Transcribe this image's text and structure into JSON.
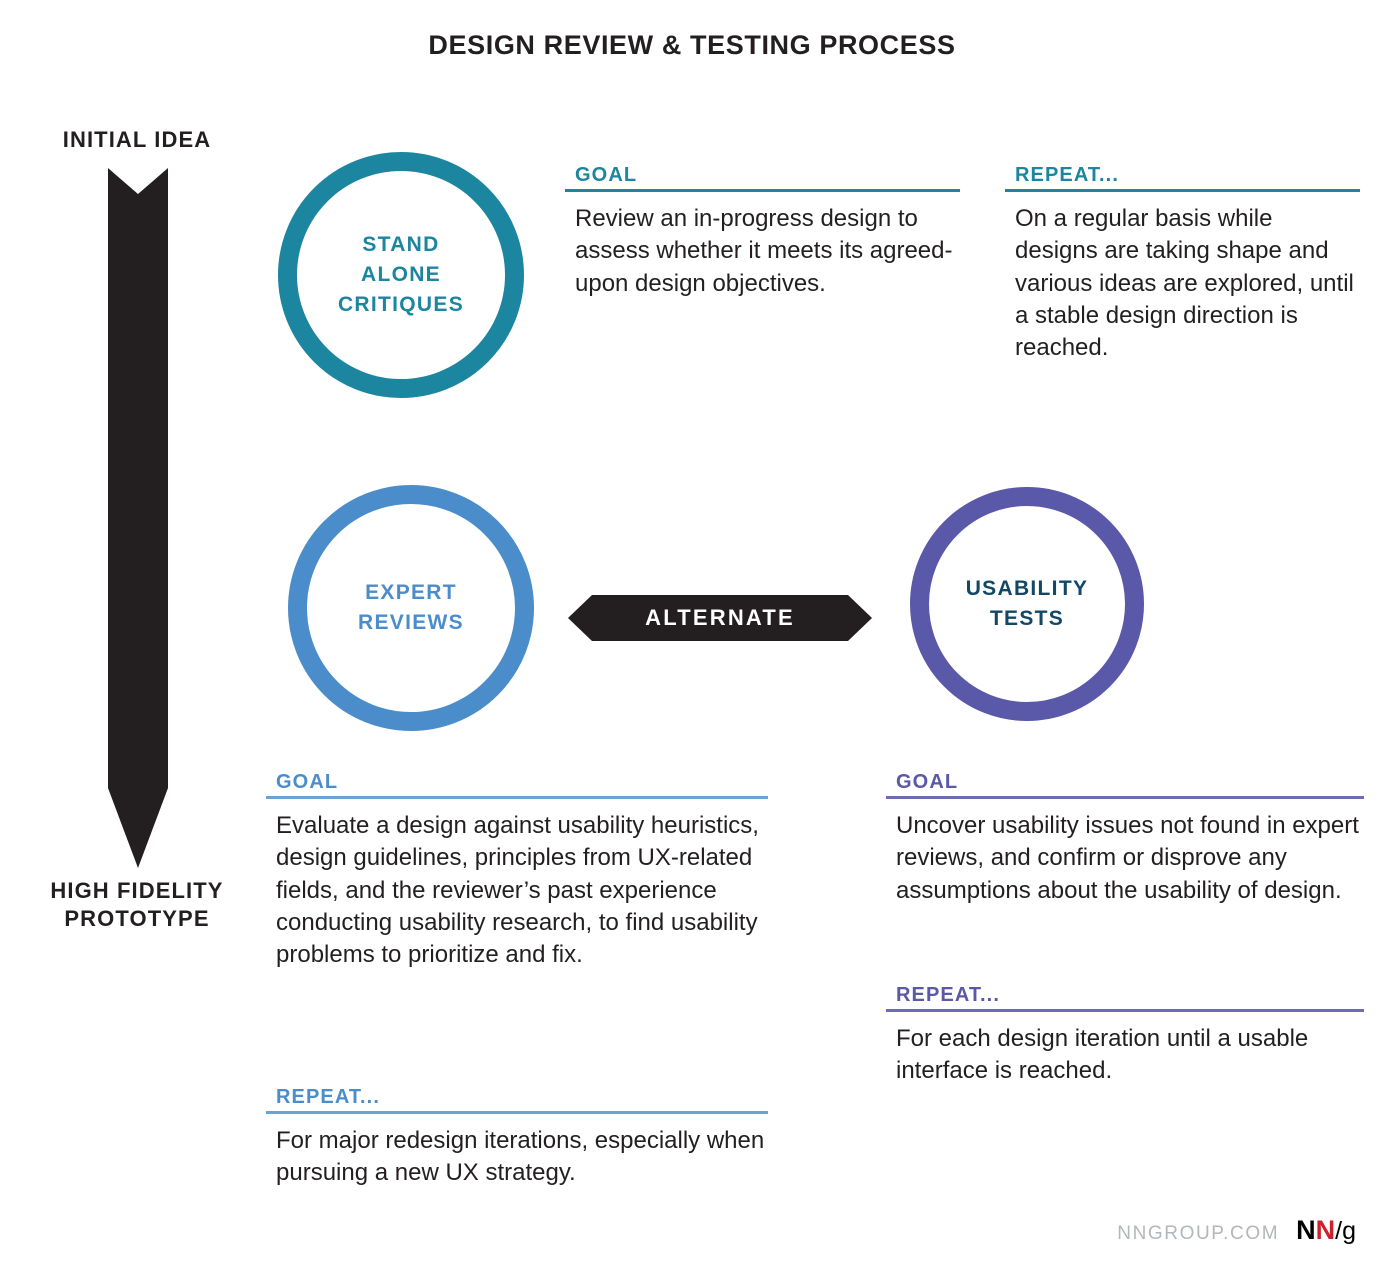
{
  "title": "DESIGN REVIEW & TESTING PROCESS",
  "axis": {
    "top_label": "INITIAL IDEA",
    "bottom_label": "HIGH FIDELITY\nPROTOTYPE",
    "bottom_label_line1": "HIGH FIDELITY",
    "bottom_label_line2": "PROTOTYPE"
  },
  "colors": {
    "teal": "#1c85a0",
    "blue": "#4b8dcb",
    "purple": "#5a58a8",
    "navy": "#124866",
    "ink": "#231f20",
    "footer_grey": "#b4b6bd",
    "logo_red": "#d0202e"
  },
  "nodes": [
    {
      "id": "stand-alone-critiques",
      "label_line1": "STAND",
      "label_line2": "ALONE",
      "label_line3": "CRITIQUES",
      "color": "#1c85a0"
    },
    {
      "id": "expert-reviews",
      "label_line1": "EXPERT",
      "label_line2": "REVIEWS",
      "color": "#4b8dcb"
    },
    {
      "id": "usability-tests",
      "label_line1": "USABILITY",
      "label_line2": "TESTS",
      "color": "#5a58a8"
    }
  ],
  "connector": {
    "label": "ALTERNATE"
  },
  "blocks": {
    "stand_alone_goal": {
      "heading": "GOAL",
      "body": "Review an in-progress design to assess whether it meets its agreed-upon design objectives."
    },
    "stand_alone_repeat": {
      "heading": "REPEAT...",
      "body": "On a regular basis while designs are taking shape and various ideas are explored, until a stable design direction is reached."
    },
    "expert_reviews_goal": {
      "heading": "GOAL",
      "body": "Evaluate a design against usability heuristics, design guidelines, principles from UX-related fields, and the reviewer’s past experience conducting usability research, to find usability problems to prioritize and fix."
    },
    "expert_reviews_repeat": {
      "heading": "REPEAT...",
      "body": "For major redesign iterations, especially when pursuing a new UX strategy."
    },
    "usability_tests_goal": {
      "heading": "GOAL",
      "body": "Uncover usability issues not found in expert reviews, and confirm or disprove any assumptions about the usability of design."
    },
    "usability_tests_repeat": {
      "heading": "REPEAT...",
      "body": "For each design iteration until a usable interface is reached."
    }
  },
  "footer": {
    "url": "NNGROUP.COM",
    "logo_n1": "N",
    "logo_n2": "N",
    "logo_slash": "/",
    "logo_g": "g"
  }
}
